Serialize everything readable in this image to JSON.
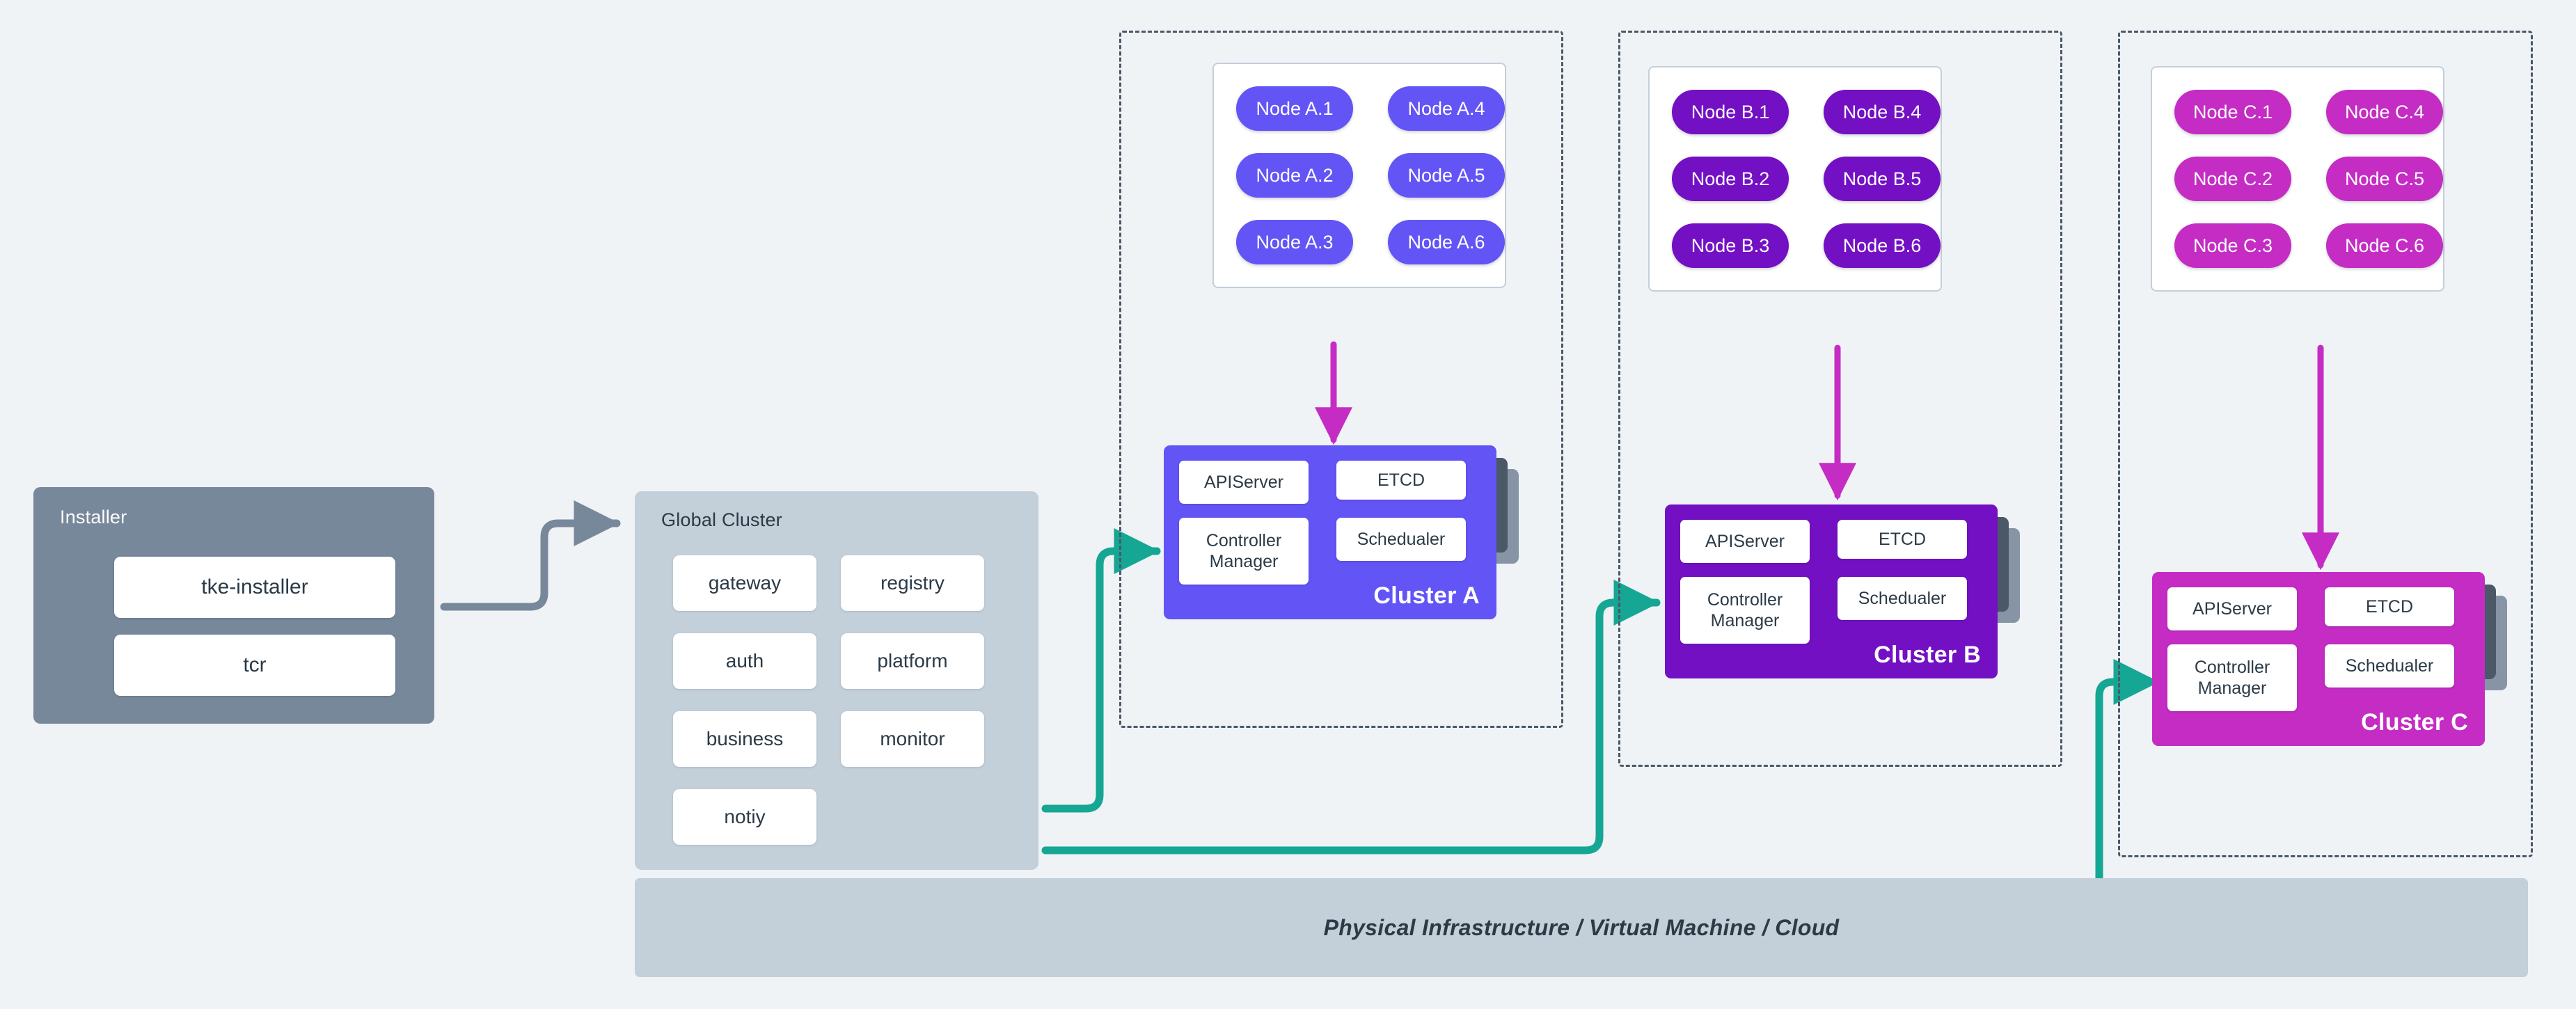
{
  "installer": {
    "title": "Installer",
    "services": [
      "tke-installer",
      "tcr"
    ]
  },
  "global_cluster": {
    "title": "Global Cluster",
    "services": [
      "gateway",
      "registry",
      "auth",
      "platform",
      "business",
      "monitor",
      "notiy"
    ]
  },
  "control_plane_components": {
    "apiserver": "APIServer",
    "etcd": "ETCD",
    "controller_manager_line1": "Controller",
    "controller_manager_line2": "Manager",
    "scheduler": "Schedualer"
  },
  "clusters": [
    {
      "label": "Cluster A",
      "color": "#6354F5",
      "node_color": "#6354F5",
      "nodes": [
        "Node A.1",
        "Node A.2",
        "Node A.3",
        "Node A.4",
        "Node A.5",
        "Node A.6"
      ]
    },
    {
      "label": "Cluster B",
      "color": "#7310C4",
      "node_color": "#7310C4",
      "nodes": [
        "Node B.1",
        "Node B.2",
        "Node B.3",
        "Node B.4",
        "Node B.5",
        "Node B.6"
      ]
    },
    {
      "label": "Cluster C",
      "color": "#C42CC4",
      "node_color": "#C42CC4",
      "nodes": [
        "Node C.1",
        "Node C.2",
        "Node C.3",
        "Node C.4",
        "Node C.5",
        "Node C.6"
      ]
    }
  ],
  "infrastructure": {
    "label": "Physical Infrastructure / Virtual Machine / Cloud"
  },
  "colors": {
    "background": "#EFF3F6",
    "installer_bg": "#78889B",
    "global_bg": "#C3CFD9",
    "infra_bg": "#C3CFD9",
    "text_dark": "#2B3A46",
    "dashed_border": "#4A5868",
    "connector_gray": "#78889B",
    "connector_teal": "#16A694",
    "arrow_magenta": "#C42CC4",
    "shadow_dark": "#4A5868",
    "shadow_light": "#8694A5"
  }
}
